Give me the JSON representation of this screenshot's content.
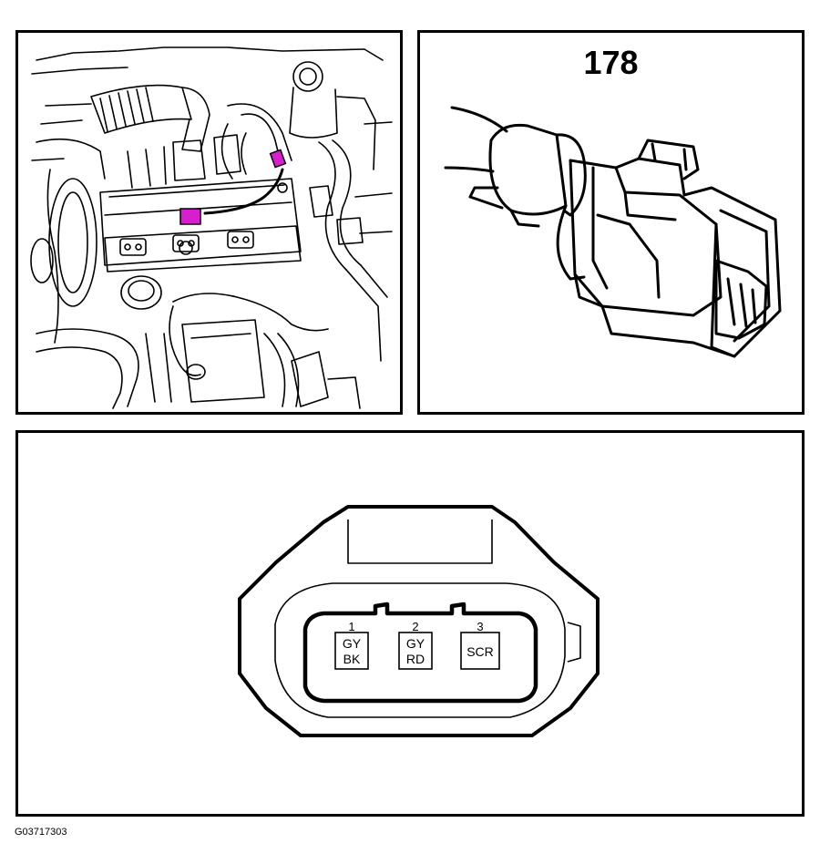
{
  "connector": {
    "number": "178"
  },
  "figure_code": "G03717303",
  "pins": [
    {
      "number": "1",
      "wire_line1": "GY",
      "wire_line2": "BK"
    },
    {
      "number": "2",
      "wire_line1": "GY",
      "wire_line2": "RD"
    },
    {
      "number": "3",
      "wire_line1": "SCR",
      "wire_line2": ""
    }
  ],
  "colors": {
    "highlight": "#d81fd0",
    "line": "#000000"
  }
}
